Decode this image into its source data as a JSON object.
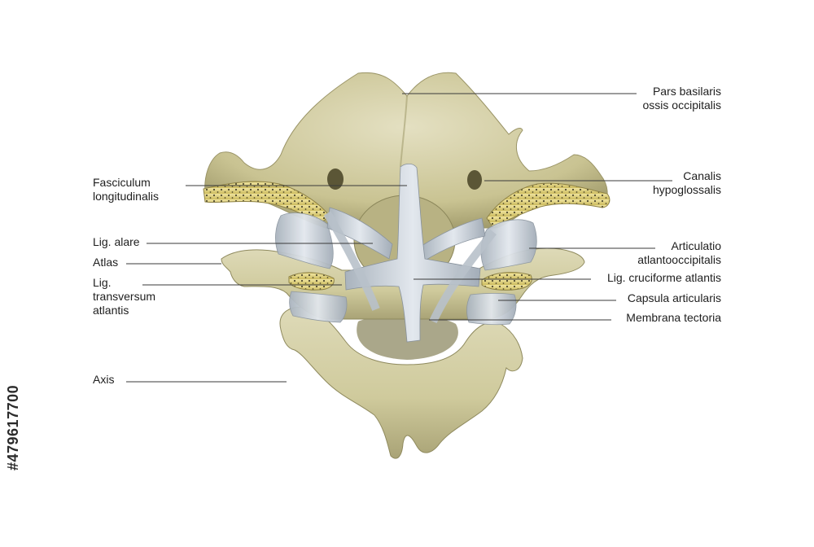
{
  "labels": {
    "pars_basilaris": [
      "Pars basilaris",
      "ossis occipitalis"
    ],
    "canalis_hypoglossalis": [
      "Canalis",
      "hypoglossalis"
    ],
    "fasciculum_longitudinalis": [
      "Fasciculum",
      "longitudinalis"
    ],
    "lig_alare": [
      "Lig. alare"
    ],
    "atlas": [
      "Atlas"
    ],
    "lig_transversum": [
      "Lig.",
      "transversum",
      "atlantis"
    ],
    "articulatio": [
      "Articulatio",
      "atlantooccipitalis"
    ],
    "lig_cruciforme": [
      "Lig. cruciforme atlantis"
    ],
    "capsula": [
      "Capsula articularis"
    ],
    "membrana": [
      "Membrana tectoria"
    ],
    "axis": [
      "Axis"
    ]
  },
  "stock_id": "#479617700",
  "colors": {
    "bone": "#d3cfa6",
    "bone_shadow": "#8f8a5e",
    "cut_surface": "#e6d77a",
    "ligament": "#c6cfd8",
    "ligament_shadow": "#7f8a96",
    "text": "#1e1e1e"
  }
}
